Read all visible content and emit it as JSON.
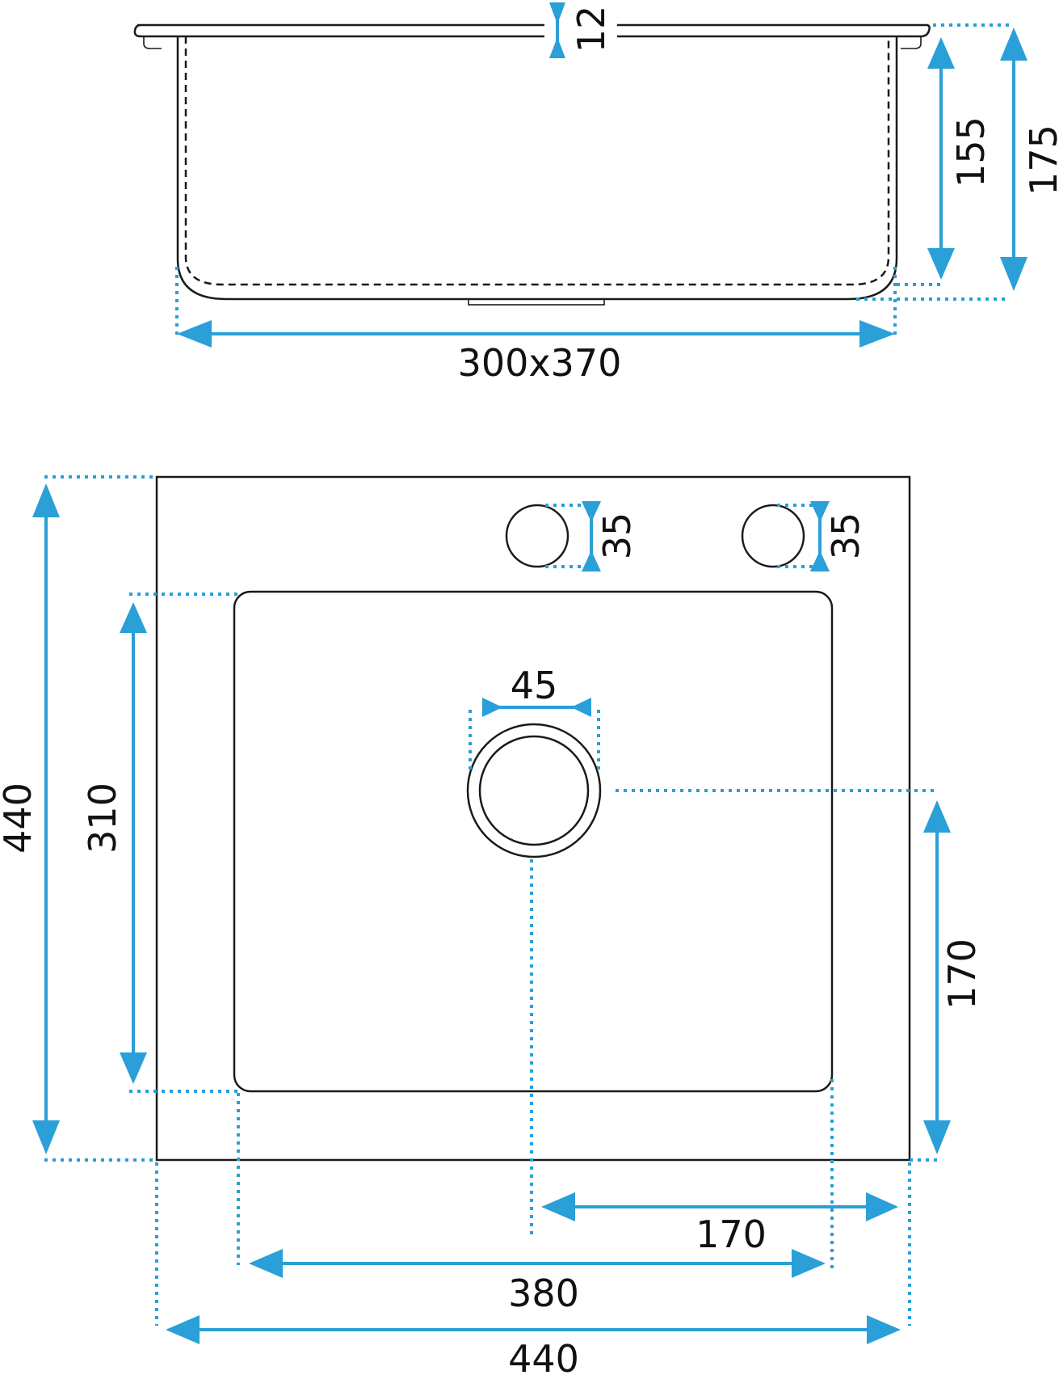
{
  "side_view": {
    "flange_thickness": "12",
    "bowl_depth": "155",
    "total_height": "175",
    "bowl_size": "300x370"
  },
  "top_view": {
    "tap_hole_left": "35",
    "tap_hole_right": "35",
    "drain_diameter": "45",
    "sink_depth": "440",
    "bowl_depth": "310",
    "drain_offset_vertical": "170",
    "drain_offset_horizontal": "170",
    "bowl_width": "380",
    "sink_width": "440"
  },
  "colors": {
    "dimension": "#2a9fd8",
    "outline": "#1a1a1a"
  }
}
